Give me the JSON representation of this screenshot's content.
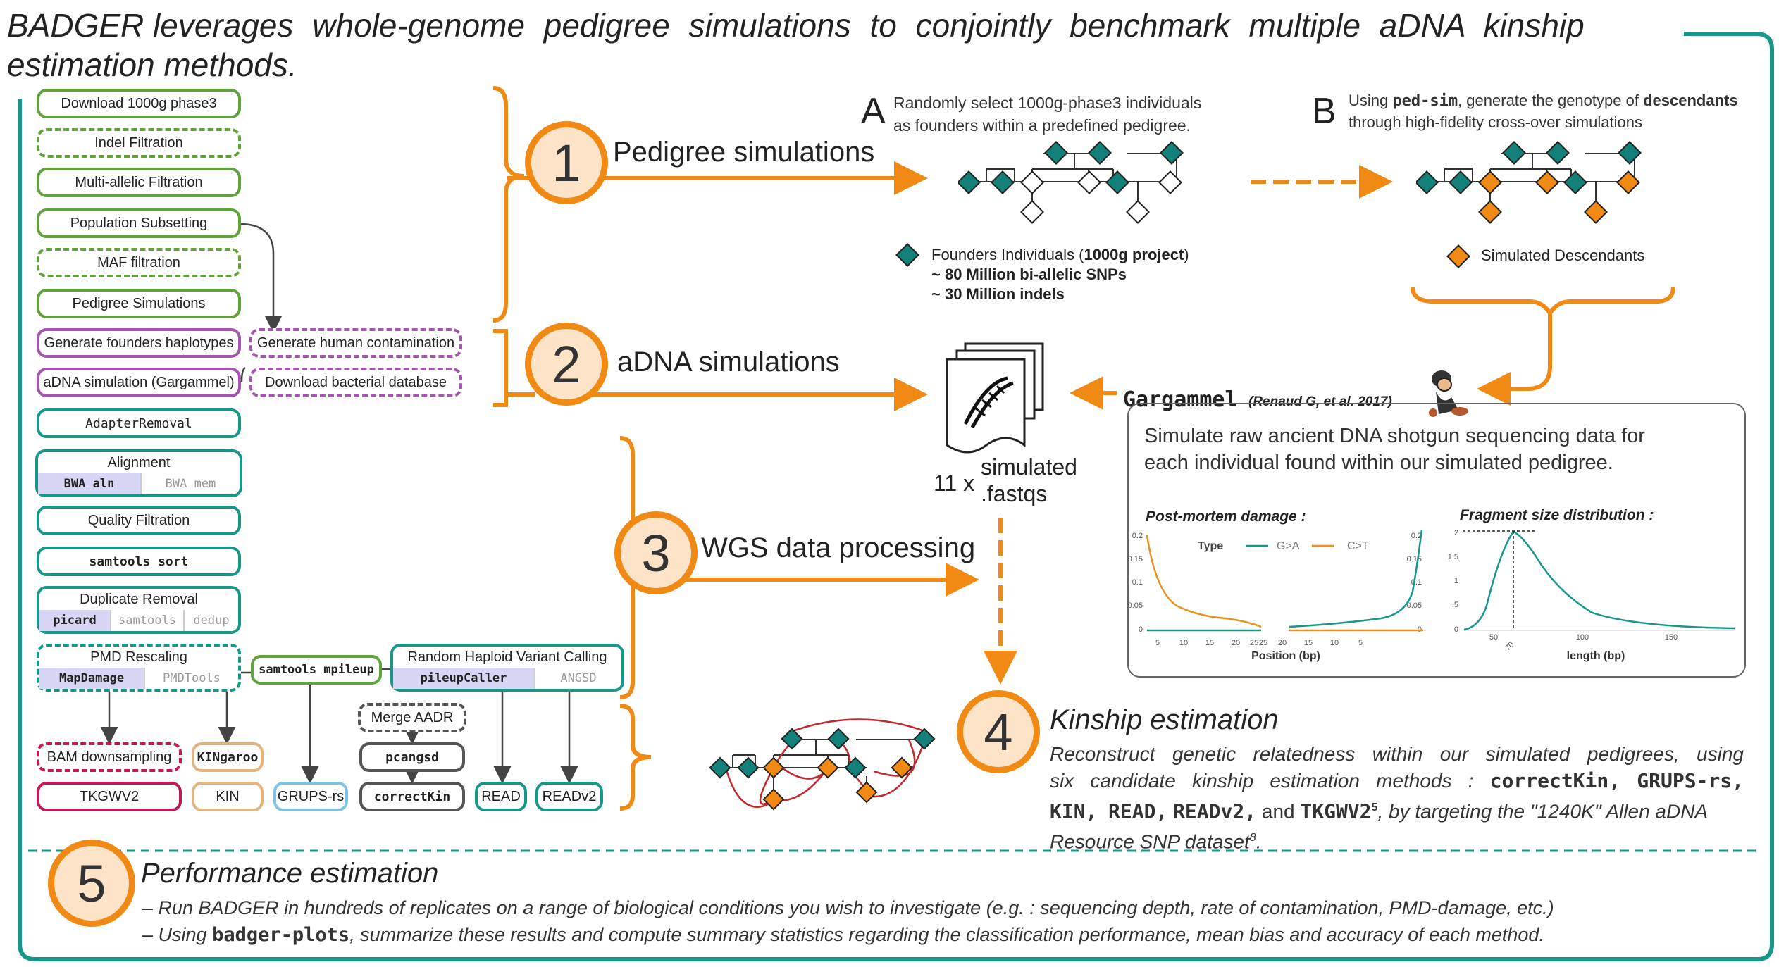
{
  "title": {
    "line1": "leverages whole-genome pedigree simulations to conjointly benchmark multiple aDNA kinship",
    "brand": "BADGER",
    "line2": "estimation methods."
  },
  "pipeline": {
    "download": "Download 1000g phase3",
    "indel": "Indel Filtration",
    "multiallelic": "Multi-allelic Filtration",
    "popsub": "Population Subsetting",
    "maf": "MAF filtration",
    "pedsim": "Pedigree Simulations",
    "founders_hap": "Generate founders haplotypes",
    "human_contam": "Generate human contamination",
    "adna_sim": "aDNA simulation (Gargammel)",
    "bact_db": "Download bacterial database",
    "adapter": "AdapterRemoval",
    "alignment": "Alignment",
    "bwa_aln": "BWA aln",
    "bwa_mem": "BWA mem",
    "qual": "Quality Filtration",
    "samsort": "samtools sort",
    "dup": "Duplicate Removal",
    "picard": "picard",
    "samtools": "samtools",
    "dedup": "dedup",
    "pmd": "PMD Rescaling",
    "mapdamage": "MapDamage",
    "pmdtools": "PMDTools",
    "mpileup": "samtools mpileup",
    "rhvc": "Random Haploid Variant Calling",
    "pileupcaller": "pileupCaller",
    "angsd": "ANGSD",
    "merge_aadr": "Merge AADR",
    "bam_down": "BAM downsampling",
    "kingaroo": "KINgaroo",
    "pcangsd": "pcangsd",
    "tkgwv2": "TKGWV2",
    "kin": "KIN",
    "grups": "GRUPS-rs",
    "correctkin": "correctKin",
    "read": "READ",
    "readv2": "READv2"
  },
  "steps": {
    "s1": {
      "num": "1",
      "label": "Pedigree simulations"
    },
    "s2": {
      "num": "2",
      "label": "aDNA simulations"
    },
    "s3": {
      "num": "3",
      "label": "WGS data processing"
    },
    "s4": {
      "num": "4",
      "label": "Kinship estimation"
    },
    "s5": {
      "num": "5",
      "label": "Performance estimation"
    }
  },
  "panelA": {
    "letter": "A",
    "line1": "Randomly select 1000g-phase3 individuals",
    "line2": "as founders within a predefined pedigree.",
    "legend_founders": "Founders Individuals (",
    "legend_bold": "1000g project",
    "legend_close": ")",
    "snps": "~ 80 Million bi-allelic SNPs",
    "indels": "~ 30 Million indels"
  },
  "panelB": {
    "letter": "B",
    "line1_pre": "Using ",
    "line1_code": "ped-sim",
    "line1_mid": ", generate the genotype of ",
    "line1_bold": "descendants",
    "line2": "through high-fidelity cross-over simulations",
    "legend": "Simulated Descendants"
  },
  "fastq": {
    "count": "11 x",
    "line1": "simulated",
    "line2": ".fastqs"
  },
  "gargammel": {
    "name": "Gargammel",
    "cite": "(Renaud G, et al. 2017)",
    "desc1": "Simulate raw ancient DNA shotgun sequencing data for",
    "desc2": "each individual found within our simulated  pedigree.",
    "pmd_title": "Post-mortem damage :",
    "frag_title": "Fragment size distribution :",
    "legend_type": "Type",
    "legend_ga": "G>A",
    "legend_ct": "C>T",
    "pmd_xlabel": "Position (bp)",
    "frag_xlabel": "length (bp)",
    "pmd_yticks": [
      "0.2",
      "0.15",
      "0.1",
      "0.05",
      "0"
    ],
    "pmd_xticks_left": [
      "5",
      "10",
      "15",
      "20",
      "25"
    ],
    "pmd_xticks_right": [
      "25",
      "20",
      "15",
      "10",
      "5"
    ],
    "frag_yticks": [
      "2",
      "1.5",
      "1",
      ".5",
      "0"
    ],
    "frag_xticks": [
      "50",
      "70",
      "100",
      "150"
    ],
    "colors": {
      "ga": "#17978a",
      "ct": "#e8921f"
    }
  },
  "kinship": {
    "line1": "Reconstruct genetic relatedness within our simulated pedigrees, using",
    "line2_pre": "six candidate kinship estimation methods : ",
    "m1": "correctKin,",
    "m2": "GRUPS-rs,",
    "m3": "KIN,",
    "m4": "READ,",
    "m5": "READv2,",
    "and": " and ",
    "m6": "TKGWV2",
    "sup6": "5",
    "line4": ", by targeting the \"1240K\" Allen aDNA",
    "line5": "Resource SNP dataset",
    "sup8": "8",
    "line5end": "."
  },
  "performance": {
    "line1": "– Run BADGER in hundreds of replicates on a range of biological conditions you wish to investigate (e.g. : sequencing depth, rate of contamination, PMD-damage, etc.)",
    "line2_pre": "– Using ",
    "line2_code": "badger-plots",
    "line2_post": ", summarize these results and compute summary statistics regarding the classification performance, mean bias and accuracy of each method."
  },
  "colors": {
    "accent": "#f08a14",
    "teal": "#17978a",
    "founder": "#13807a",
    "descendant": "#f08a14",
    "relation": "#c0282d"
  }
}
